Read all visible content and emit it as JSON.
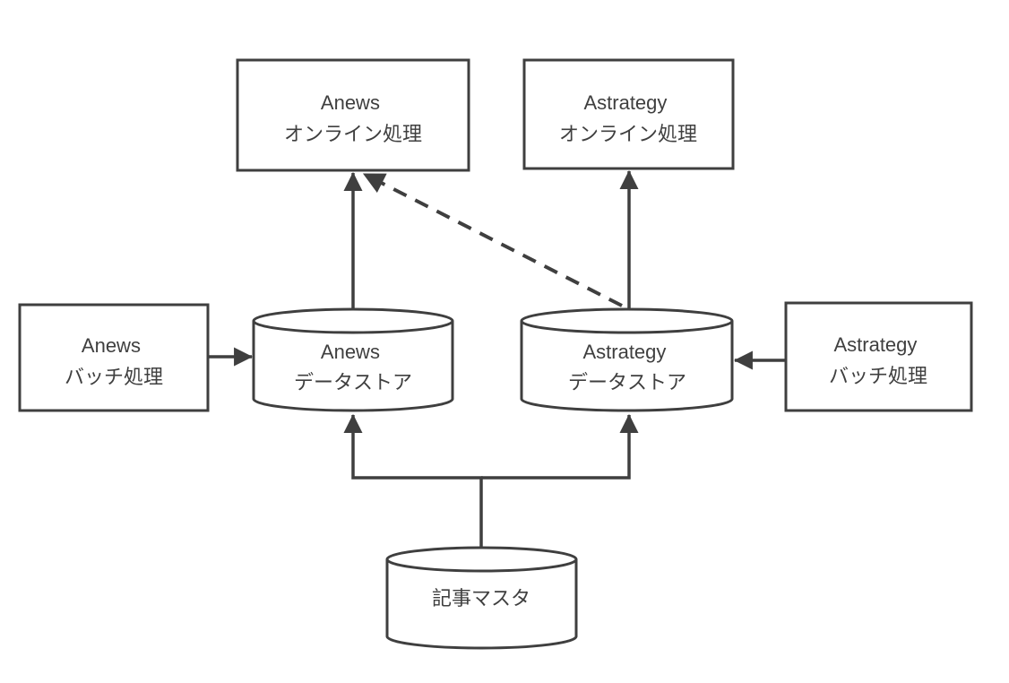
{
  "diagram": {
    "kind": "architecture-flow-diagram",
    "colors": {
      "background": "#ffffff",
      "stroke": "#3f3f3f",
      "text": "#3f3f3f",
      "node_fill": "#ffffff"
    },
    "nodes": {
      "anews_online": {
        "shape": "rect",
        "line1": "Anews",
        "line2": "オンライン処理"
      },
      "astrategy_online": {
        "shape": "rect",
        "line1": "Astrategy",
        "line2": "オンライン処理"
      },
      "anews_batch": {
        "shape": "rect",
        "line1": "Anews",
        "line2": "バッチ処理"
      },
      "astrategy_batch": {
        "shape": "rect",
        "line1": "Astrategy",
        "line2": "バッチ処理"
      },
      "anews_datastore": {
        "shape": "cylinder",
        "line1": "Anews",
        "line2": "データストア"
      },
      "astrategy_datastore": {
        "shape": "cylinder",
        "line1": "Astrategy",
        "line2": "データストア"
      },
      "article_master": {
        "shape": "cylinder",
        "line1": "記事マスタ"
      }
    },
    "edges": [
      {
        "from": "anews_batch",
        "to": "anews_datastore",
        "style": "solid",
        "direction": "right"
      },
      {
        "from": "astrategy_batch",
        "to": "astrategy_datastore",
        "style": "solid",
        "direction": "left"
      },
      {
        "from": "anews_datastore",
        "to": "anews_online",
        "style": "solid",
        "direction": "up"
      },
      {
        "from": "astrategy_datastore",
        "to": "astrategy_online",
        "style": "solid",
        "direction": "up"
      },
      {
        "from": "astrategy_datastore",
        "to": "anews_online",
        "style": "dashed",
        "direction": "up-left"
      },
      {
        "from": "article_master",
        "to": "anews_datastore",
        "style": "solid",
        "direction": "up"
      },
      {
        "from": "article_master",
        "to": "astrategy_datastore",
        "style": "solid",
        "direction": "up"
      }
    ]
  }
}
